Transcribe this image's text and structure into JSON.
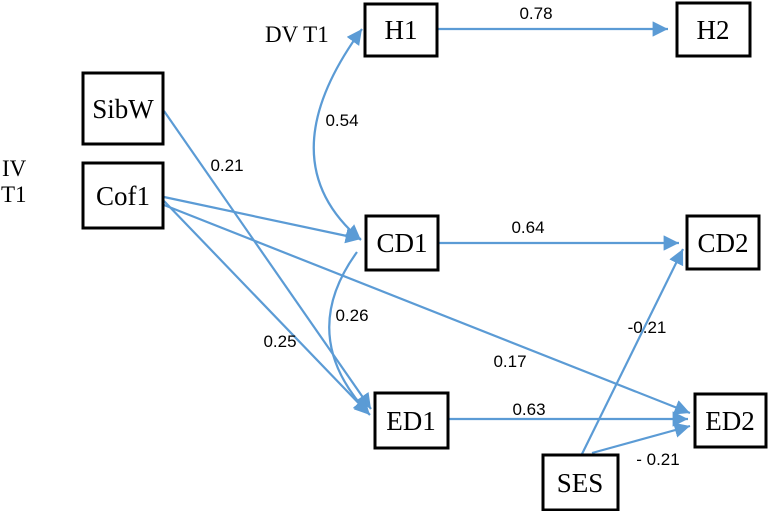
{
  "diagram": {
    "type": "sem-path-diagram",
    "background": "#ffffff",
    "colors": {
      "arrow_line": "#5B9BD5",
      "box_border": "#000000",
      "box_fill": "#ffffff",
      "text": "#000000"
    },
    "annotations": {
      "iv_label_line1": "IV",
      "iv_label_line2": "T1",
      "dv_label": "DV T1"
    },
    "nodes": {
      "sibw": {
        "label": "SibW"
      },
      "cof1": {
        "label": "Cof1"
      },
      "h1": {
        "label": "H1"
      },
      "h2": {
        "label": "H2"
      },
      "cd1": {
        "label": "CD1"
      },
      "cd2": {
        "label": "CD2"
      },
      "ed1": {
        "label": "ED1"
      },
      "ed2": {
        "label": "ED2"
      },
      "ses": {
        "label": "SES"
      }
    },
    "edges": [
      {
        "from": "H1",
        "to": "H2",
        "label": "0.78",
        "shape": "straight"
      },
      {
        "from": "CD1",
        "to": "CD2",
        "label": "0.64",
        "shape": "straight"
      },
      {
        "from": "ED1",
        "to": "ED2",
        "label": "0.63",
        "shape": "straight"
      },
      {
        "from": "SibW",
        "to": "ED1",
        "label": "0.21",
        "shape": "straight"
      },
      {
        "from": "Cof1",
        "to": "CD1",
        "label": "",
        "shape": "straight"
      },
      {
        "from": "Cof1",
        "to": "ED1",
        "label": "0.25",
        "shape": "straight"
      },
      {
        "from": "Cof1",
        "to": "ED2",
        "label": "0.17",
        "shape": "straight"
      },
      {
        "from": "SES",
        "to": "CD2",
        "label": "-0.21",
        "shape": "straight"
      },
      {
        "from": "SES",
        "to": "ED2",
        "label": "- 0.21",
        "shape": "straight"
      },
      {
        "from": "CD1",
        "to": "H1",
        "label": "0.54",
        "shape": "curved"
      },
      {
        "from": "CD1",
        "to": "ED1",
        "label": "0.26",
        "shape": "curved"
      }
    ]
  }
}
